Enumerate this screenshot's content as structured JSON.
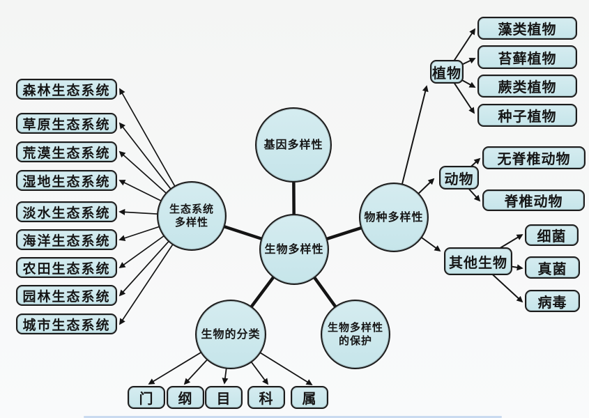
{
  "diagram": {
    "center": {
      "label": "生物多样性"
    },
    "topics": {
      "gene": {
        "label": "基因多样性"
      },
      "ecosystem": {
        "line1": "生态系统",
        "line2": "多样性"
      },
      "species": {
        "label": "物种多样性"
      },
      "classification": {
        "label": "生物的分类"
      },
      "protection": {
        "line1": "生物多样性",
        "line2": "的保护"
      }
    },
    "ecosystem_types": [
      "森林生态系统",
      "草原生态系统",
      "荒漠生态系统",
      "湿地生态系统",
      "淡水生态系统",
      "海洋生态系统",
      "农田生态系统",
      "园林生态系统",
      "城市生态系统"
    ],
    "species_groups": [
      {
        "label": "植物",
        "children": [
          "藻类植物",
          "苔藓植物",
          "蕨类植物",
          "种子植物"
        ]
      },
      {
        "label": "动物",
        "children": [
          "无脊椎动物",
          "脊椎动物"
        ]
      },
      {
        "label": "其他生物",
        "children": [
          "细菌",
          "真菌",
          "病毒"
        ]
      }
    ],
    "classification_ranks": [
      "门",
      "纲",
      "目",
      "科",
      "属"
    ],
    "colors": {
      "node_fill": "#c9e6eb",
      "node_border": "#1c1c1c",
      "line": "#141414",
      "background": "#f6f7f7",
      "bottom_accent": "#8fb4e2"
    }
  }
}
